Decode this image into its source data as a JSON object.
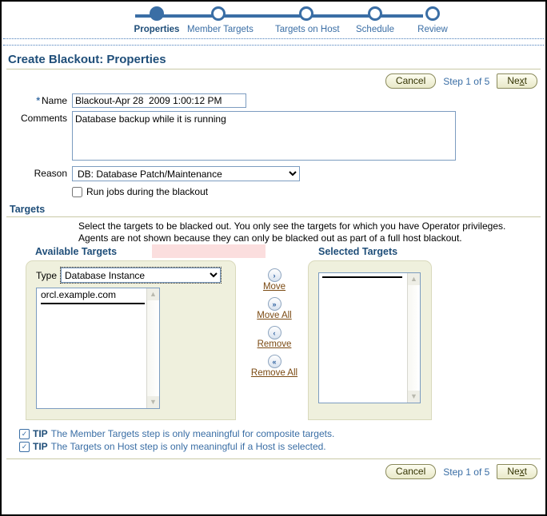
{
  "train": {
    "steps": [
      {
        "label": "Properties",
        "state": "current"
      },
      {
        "label": "Member Targets",
        "state": "pending"
      },
      {
        "label": "Targets on Host",
        "state": "pending"
      },
      {
        "label": "Schedule",
        "state": "pending"
      },
      {
        "label": "Review",
        "state": "pending"
      }
    ]
  },
  "page": {
    "title": "Create Blackout: Properties"
  },
  "toolbar": {
    "cancel_label": "Cancel",
    "step_text": "Step 1 of 5",
    "next_pre": "Ne",
    "next_key": "x",
    "next_post": "t"
  },
  "form": {
    "name_label": "Name",
    "name_value": "Blackout-Apr 28  2009 1:00:12 PM",
    "comments_label": "Comments",
    "comments_value": "Database backup while it is running",
    "reason_label": "Reason",
    "reason_value": "DB: Database Patch/Maintenance",
    "reason_options": [
      "DB: Database Patch/Maintenance"
    ],
    "runjobs_label": "Run jobs during the blackout",
    "runjobs_checked": false
  },
  "targets": {
    "section_title": "Targets",
    "description": "Select the targets to be blacked out. You only see the targets for which you have Operator privileges. Agents are not shown because they can only be blacked out as part of a full host blackout.",
    "available_heading": "Available Targets",
    "selected_heading": "Selected Targets",
    "type_label": "Type",
    "type_value": "Database Instance",
    "type_options": [
      "Database Instance"
    ],
    "available_items": [
      "orcl.example.com"
    ],
    "selected_items": [],
    "move_buttons": [
      {
        "label": "Move",
        "glyph": "›",
        "icon": "chevron-right-icon"
      },
      {
        "label": "Move All",
        "glyph": "»",
        "icon": "chevron-double-right-icon"
      },
      {
        "label": "Remove",
        "glyph": "‹",
        "icon": "chevron-left-icon"
      },
      {
        "label": "Remove All",
        "glyph": "«",
        "icon": "chevron-double-left-icon"
      }
    ]
  },
  "tips": [
    {
      "word": "TIP",
      "text": "The Member Targets step is only meaningful for composite targets."
    },
    {
      "word": "TIP",
      "text": "The Targets on Host step is only meaningful if a Host is selected."
    }
  ],
  "colors": {
    "accent_blue": "#3a6ea5",
    "heading_blue": "#1f4e79",
    "rule_olive": "#c9c9a6",
    "panel_bg": "#eff0dd",
    "redaction_pink": "#fbdede",
    "link_brown": "#7b4a12"
  }
}
